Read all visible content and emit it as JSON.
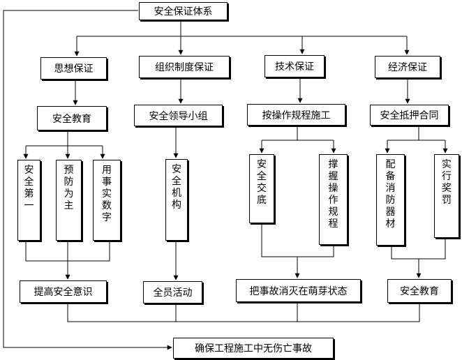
{
  "root": "安全保证体系",
  "branches": [
    {
      "title": "思想保证",
      "sub": "安全教育",
      "leaves": [
        "安全第一",
        "预防为主",
        "用事实数字"
      ],
      "result": "提高安全意识"
    },
    {
      "title": "组织制度保证",
      "sub": "安全领导小组",
      "leaves": [
        "安全机构"
      ],
      "result": "全员活动"
    },
    {
      "title": "技术保证",
      "sub": "按操作规程施工",
      "leaves": [
        "安全交底",
        "撑握操作规程"
      ],
      "result": "把事故消灭在萌芽状态"
    },
    {
      "title": "经济保证",
      "sub": "安全抵押合同",
      "leaves": [
        "配备消防器材",
        "实行奖罚"
      ],
      "result": "安全教育"
    }
  ],
  "goal": "确保工程施工中无伤亡事故"
}
